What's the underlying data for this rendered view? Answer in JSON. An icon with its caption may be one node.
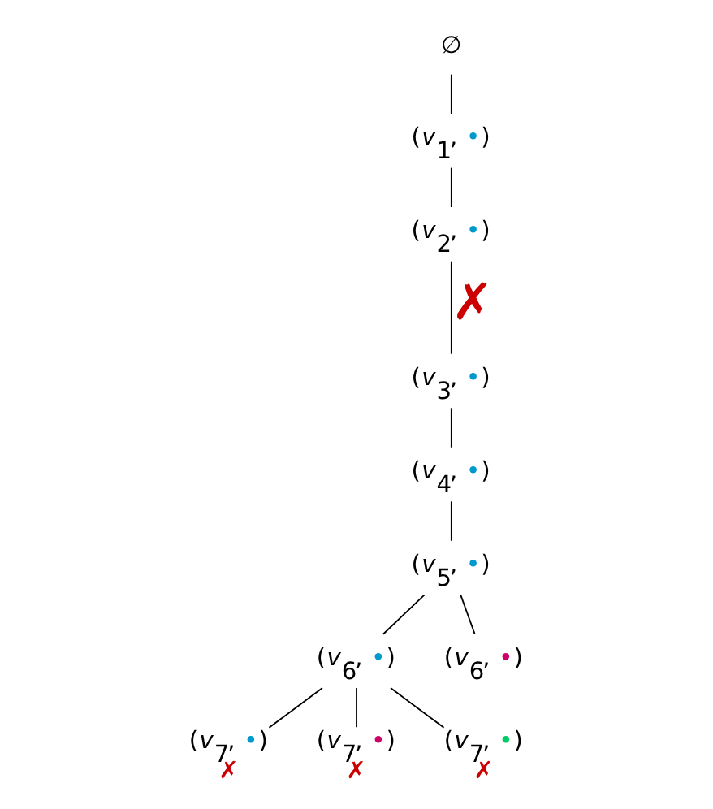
{
  "diagram": {
    "nodes": [
      {
        "text": [
          "∅"
        ]
      },
      {
        "text": [
          "(*v*$_{1}$, •)"
        ]
      },
      {
        "text": [
          "(*v*$_{2}$, •)"
        ]
      },
      {
        "text": [
          "(*v*$_{3}$, •)"
        ]
      },
      {
        "text": [
          "(*v*$_{4}$, •)"
        ]
      },
      {
        "text": [
          "(*v*$_{5}$, •)"
        ]
      },
      {
        "text": [
          "(*v*$_{6}$, •)"
        ]
      },
      {
        "text": [
          "(*v*$_{6}$, •)"
        ]
      },
      {
        "text": [
          "(*v*$_{7}$, •)"
        ],
        "beside": [
          "✗"
        ]
      },
      {
        "text": [
          "(*v*$_{7}$, •)"
        ],
        "beside": [
          "✗"
        ]
      },
      {
        "text": [
          "(*v*$_{7}$, •)"
        ],
        "beside": [
          "✗"
        ]
      }
    ],
    "edges": [
      {
        "from": 0,
        "to": 1,
        "arrow": "none"
      },
      {
        "from": 1,
        "to": 2,
        "arrow": "none"
      },
      {
        "from": 2,
        "to": 3,
        "arrow": "none",
        "label": "✗"
      },
      {
        "from": 3,
        "to": 4,
        "arrow": "none"
      },
      {
        "from": 4,
        "to": 5,
        "arrow": "none"
      },
      {
        "from": 5,
        "to": 6,
        "arrow": "none"
      },
      {
        "from": 5,
        "to": 7,
        "arrow": "none"
      },
      {
        "from": 6,
        "to": 8,
        "arrow": "none"
      },
      {
        "from": 6,
        "to": 9,
        "arrow": "none"
      },
      {
        "from": 6,
        "to": 10,
        "arrow": "none"
      }
    ]
  }
}
